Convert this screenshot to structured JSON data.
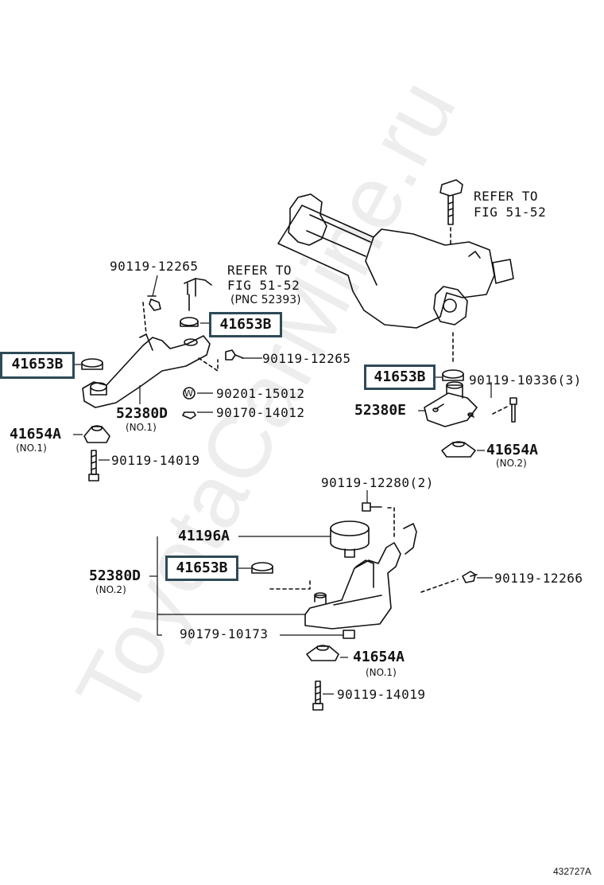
{
  "watermark": "ToyotaCarMine.ru",
  "figure_id": "432727A",
  "refer": {
    "top_right_line1": "REFER TO",
    "top_right_line2": "FIG 51-52",
    "left_line1": "REFER TO",
    "left_line2": "FIG 51-52",
    "left_line3": "(PNC 52393)"
  },
  "parts": {
    "p90119_12265_top": "90119-12265",
    "p41653B_left_top": "41653B",
    "p41653B_far_left": "41653B",
    "p90119_12265_mid": "90119-12265",
    "p52380D": "52380D",
    "p52380D_no": "(NO.1)",
    "p90201_15012": "90201-15012",
    "p90170_14012": "90170-14012",
    "w_mark": "W",
    "p41654A_left": "41654A",
    "p41654A_left_no": "(NO.1)",
    "p90119_14019_left": "90119-14019",
    "p41653B_right": "41653B",
    "p90119_10336": "90119-10336(3)",
    "p52380E": "52380E",
    "p41654A_right": "41654A",
    "p41654A_right_no": "(NO.2)",
    "p90119_12280": "90119-12280(2)",
    "p41196A": "41196A",
    "p52380D_2": "52380D",
    "p52380D_2_no": "(NO.2)",
    "p41653B_bottom": "41653B",
    "p90119_12266": "90119-12266",
    "p90179_10173": "90179-10173",
    "p41654A_bottom": "41654A",
    "p41654A_bottom_no": "(NO.1)",
    "p90119_14019_bottom": "90119-14019"
  }
}
